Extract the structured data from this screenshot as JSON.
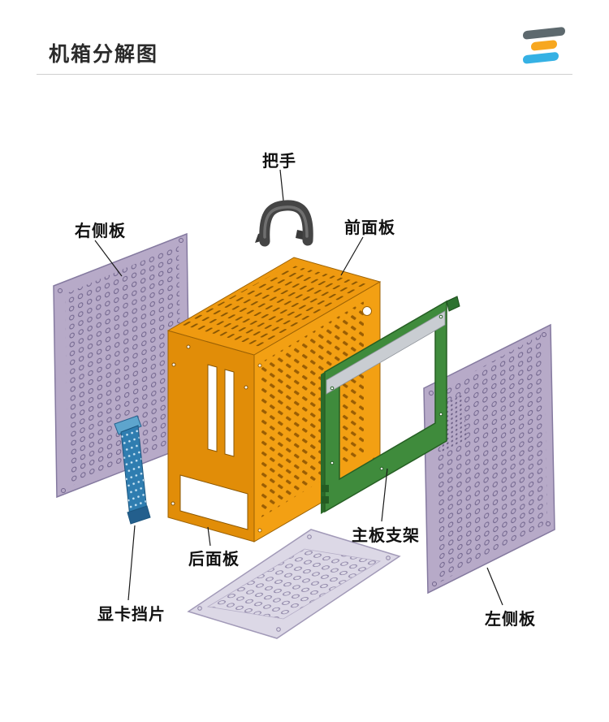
{
  "header": {
    "title": "机箱分解图",
    "logo": {
      "bar_colors": {
        "top": "#5d696e",
        "middle": "#f7a71f",
        "bottom": "#35b1e4"
      }
    }
  },
  "diagram": {
    "labels": {
      "handle": "把手",
      "right_side_panel": "右侧板",
      "front_panel": "前面板",
      "motherboard_tray": "主板支架",
      "back_panel": "后面板",
      "gpu_bracket": "显卡挡片",
      "left_side_panel": "左侧板"
    },
    "part_colors": {
      "chassis_top_orange": "#ef9a10",
      "chassis_back_orange": "#e18d08",
      "chassis_front_orange": "#f3a013",
      "side_panel_purple": "#b7aac8",
      "bottom_panel_lavender": "#dcd8e6",
      "tray_green": "#3f8b3c",
      "bracket_blue": "#2f7db0",
      "handle_gray": "#454545"
    }
  }
}
